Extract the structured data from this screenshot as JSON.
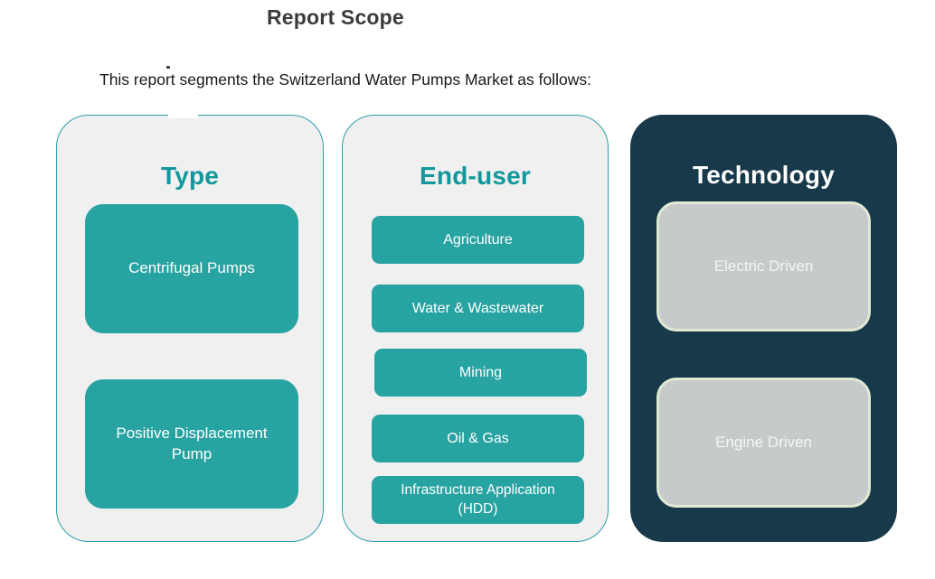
{
  "page": {
    "title": "Report Scope",
    "subtitle": "This report segments the Switzerland Water Pumps Market as follows:"
  },
  "colors": {
    "teal_box": "#27a3a1",
    "teal_heading": "#12989c",
    "light_panel_bg": "#f0f0f0",
    "panel_border_teal": "#2b9fa8",
    "dark_panel_bg": "#17394a",
    "gray_box_bg": "#c7cacb",
    "gray_box_border": "#dfe9d3",
    "title_text": "#3b3b3b"
  },
  "columns": [
    {
      "title": "Type",
      "items": [
        "Centrifugal Pumps",
        "Positive Displacement Pump"
      ]
    },
    {
      "title": "End-user",
      "items": [
        "Agriculture",
        "Water & Wastewater",
        "Mining",
        "Oil & Gas",
        "Infrastructure Application (HDD)"
      ]
    },
    {
      "title": "Technology",
      "items": [
        "Electric Driven",
        "Engine Driven"
      ]
    }
  ]
}
